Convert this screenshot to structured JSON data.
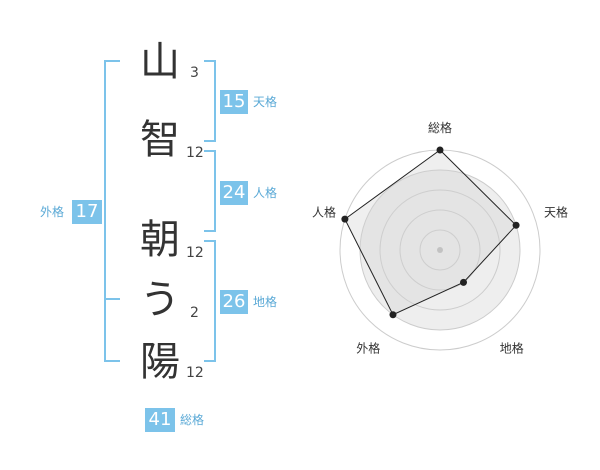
{
  "name": {
    "characters": [
      {
        "char": "山",
        "strokes": "3"
      },
      {
        "char": "智",
        "strokes": "12"
      },
      {
        "char": "朝",
        "strokes": "12"
      },
      {
        "char": "う",
        "strokes": "2"
      },
      {
        "char": "陽",
        "strokes": "12"
      }
    ]
  },
  "fortune": {
    "tenkaku": {
      "value": "15",
      "label": "天格"
    },
    "jinkaku": {
      "value": "24",
      "label": "人格"
    },
    "chikaku": {
      "value": "26",
      "label": "地格"
    },
    "gaikaku": {
      "value": "17",
      "label": "外格"
    },
    "soukaku": {
      "value": "41",
      "label": "総格"
    }
  },
  "chart_data": {
    "type": "radar",
    "axes": [
      "総格",
      "天格",
      "地格",
      "外格",
      "人格"
    ],
    "values": [
      5,
      4,
      2,
      4,
      5
    ],
    "max": 5,
    "rings": 5,
    "colors": {
      "fill": "#eeeeee",
      "line": "#222222",
      "ring": "#cccccc",
      "accent": "#7cc3ea"
    }
  }
}
